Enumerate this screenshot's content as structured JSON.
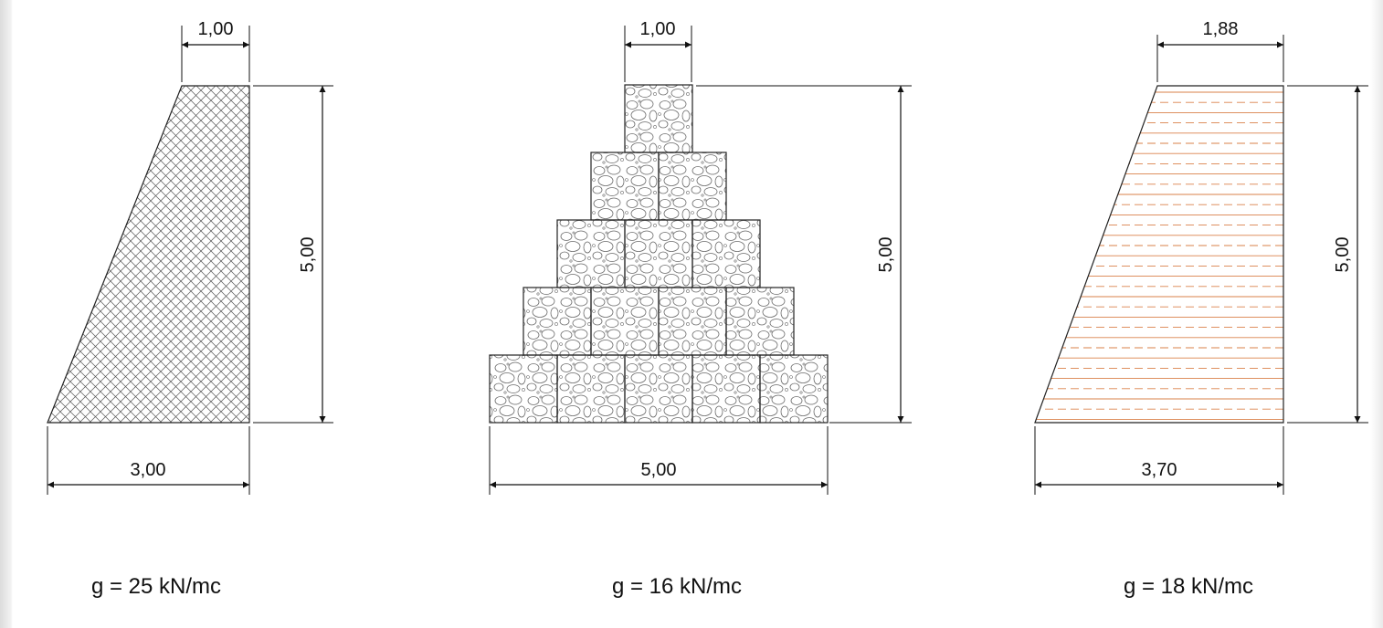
{
  "sections": [
    {
      "id": "concrete-wall",
      "top_width": "1,00",
      "base_width": "3,00",
      "height": "5,00",
      "unit_weight": "g = 25 kN/mc",
      "fill_pattern": "crosshatch",
      "hatch_color": "#555555"
    },
    {
      "id": "gabion-wall",
      "top_width": "1,00",
      "base_width": "5,00",
      "height": "5,00",
      "unit_weight": "g = 16 kN/mc",
      "fill_pattern": "stone-blocks",
      "block_rows_top_to_bottom": [
        1,
        2,
        3,
        4,
        5
      ],
      "hatch_color": "#666666"
    },
    {
      "id": "earth-wall",
      "top_width": "1,88",
      "base_width": "3,70",
      "height": "5,00",
      "unit_weight": "g = 18 kN/mc",
      "fill_pattern": "horizontal-lines",
      "hatch_color": "#d9814a"
    }
  ],
  "colors": {
    "outline": "#222222",
    "dimension": "#111111"
  }
}
